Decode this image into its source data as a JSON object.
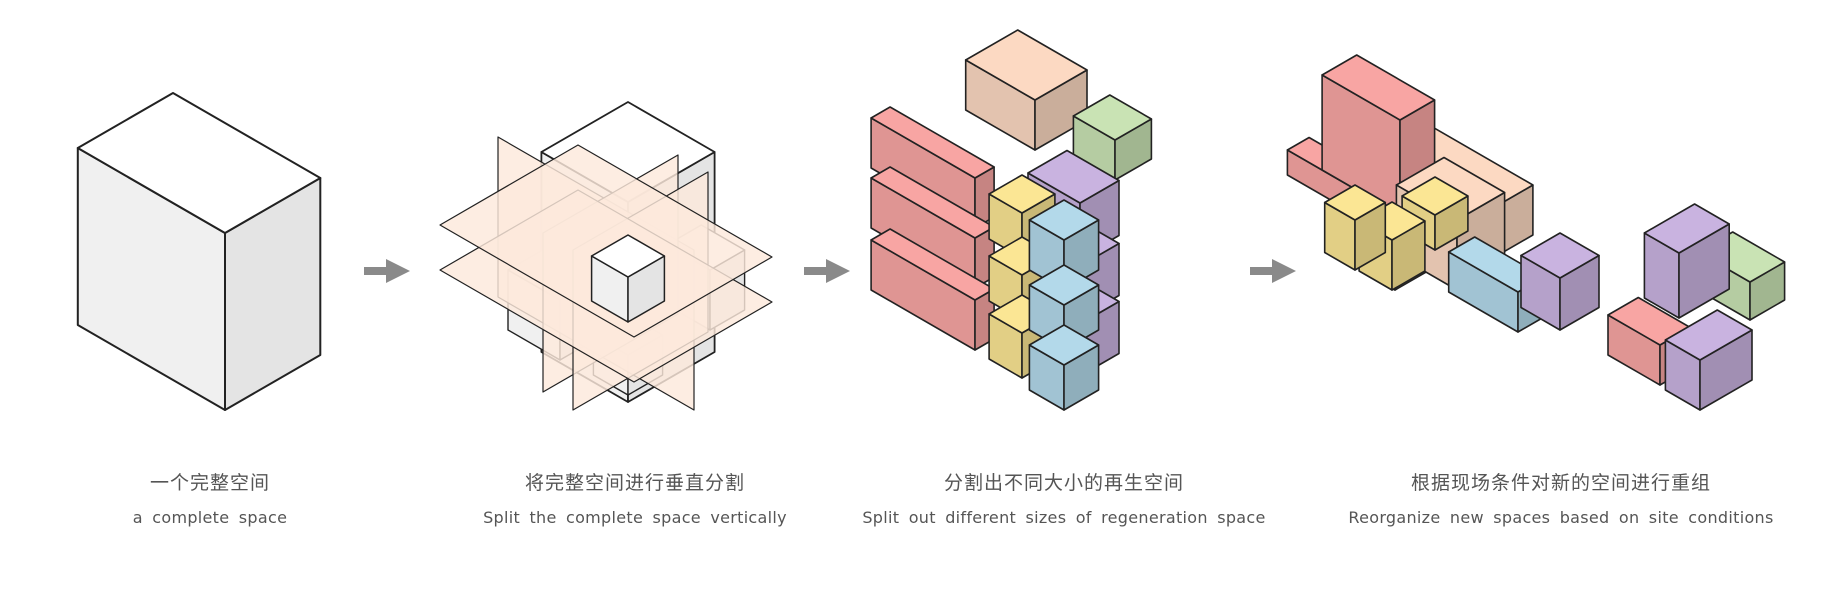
{
  "colors": {
    "arrow": "#8a8a8a",
    "outline": "#222222",
    "box_white": "#ffffff",
    "box_light": "#f0f0f0",
    "box_shade": "#e4e4e4",
    "plane": "#fde9dc",
    "peach": "#fcd9c2",
    "red": "#f8a5a3",
    "green": "#c9e3b4",
    "purple": "#c9b3e0",
    "yellow": "#fbe694",
    "blue": "#b3d9ea"
  },
  "stages": [
    {
      "title": "一个完整空间",
      "subtitle": "a complete space"
    },
    {
      "title": "将完整空间进行垂直分割",
      "subtitle": "Split the complete space vertically"
    },
    {
      "title": "分割出不同大小的再生空间",
      "subtitle": "Split out different sizes of regeneration space"
    },
    {
      "title": "根据现场条件对新的空间进行重组",
      "subtitle": "Reorganize new spaces based on site conditions"
    }
  ]
}
